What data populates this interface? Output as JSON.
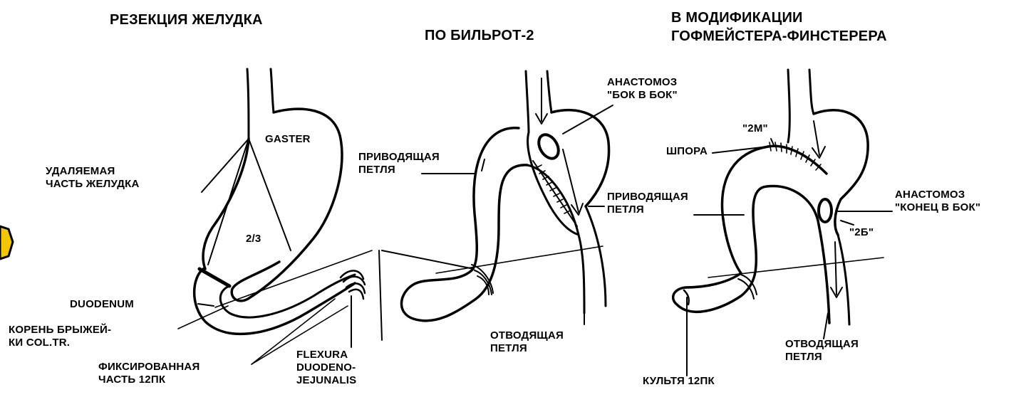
{
  "titles": {
    "part1": "РЕЗЕКЦИЯ ЖЕЛУДКА",
    "part2": "ПО БИЛЬРОТ-2",
    "part3": "В МОДИФИКАЦИИ\nГОФМЕЙСТЕРА-ФИНСТЕРЕРА"
  },
  "panel_left": {
    "gaster": "GASTER",
    "fraction": "2/3",
    "removed_part": "УДАЛЯЕМАЯ\nЧАСТЬ ЖЕЛУДКА",
    "duodenum": "DUODENUM",
    "mesocolon_root": "КОРЕНЬ БРЫЖЕЙ-\nКИ COL.TR.",
    "fixed_part": "ФИКСИРОВАННАЯ\nЧАСТЬ 12ПК",
    "flexura": "FLEXURA\nDUODENO-\nJEJUNALIS"
  },
  "panel_middle": {
    "anastomosis": "АНАСТОМОЗ\n\"БОК В БОК\"",
    "afferent_loop_upper": "ПРИВОДЯЩАЯ\nПЕТЛЯ",
    "afferent_loop_lower": "ПРИВОДЯЩАЯ\nПЕТЛЯ",
    "efferent_loop": "ОТВОДЯЩАЯ\nПЕТЛЯ"
  },
  "panel_right": {
    "label_2m": "\"2М\"",
    "spur": "ШПОРА",
    "anastomosis": "АНАСТОМОЗ\n\"КОНЕЦ В БОК\"",
    "label_2b": "\"2Б\"",
    "efferent_loop": "ОТВОДЯЩАЯ\nПЕТЛЯ",
    "stump": "КУЛЬТЯ 12ПК"
  },
  "colors": {
    "ink": "#000000",
    "background": "#ffffff",
    "marker_fill": "#f2c600"
  }
}
